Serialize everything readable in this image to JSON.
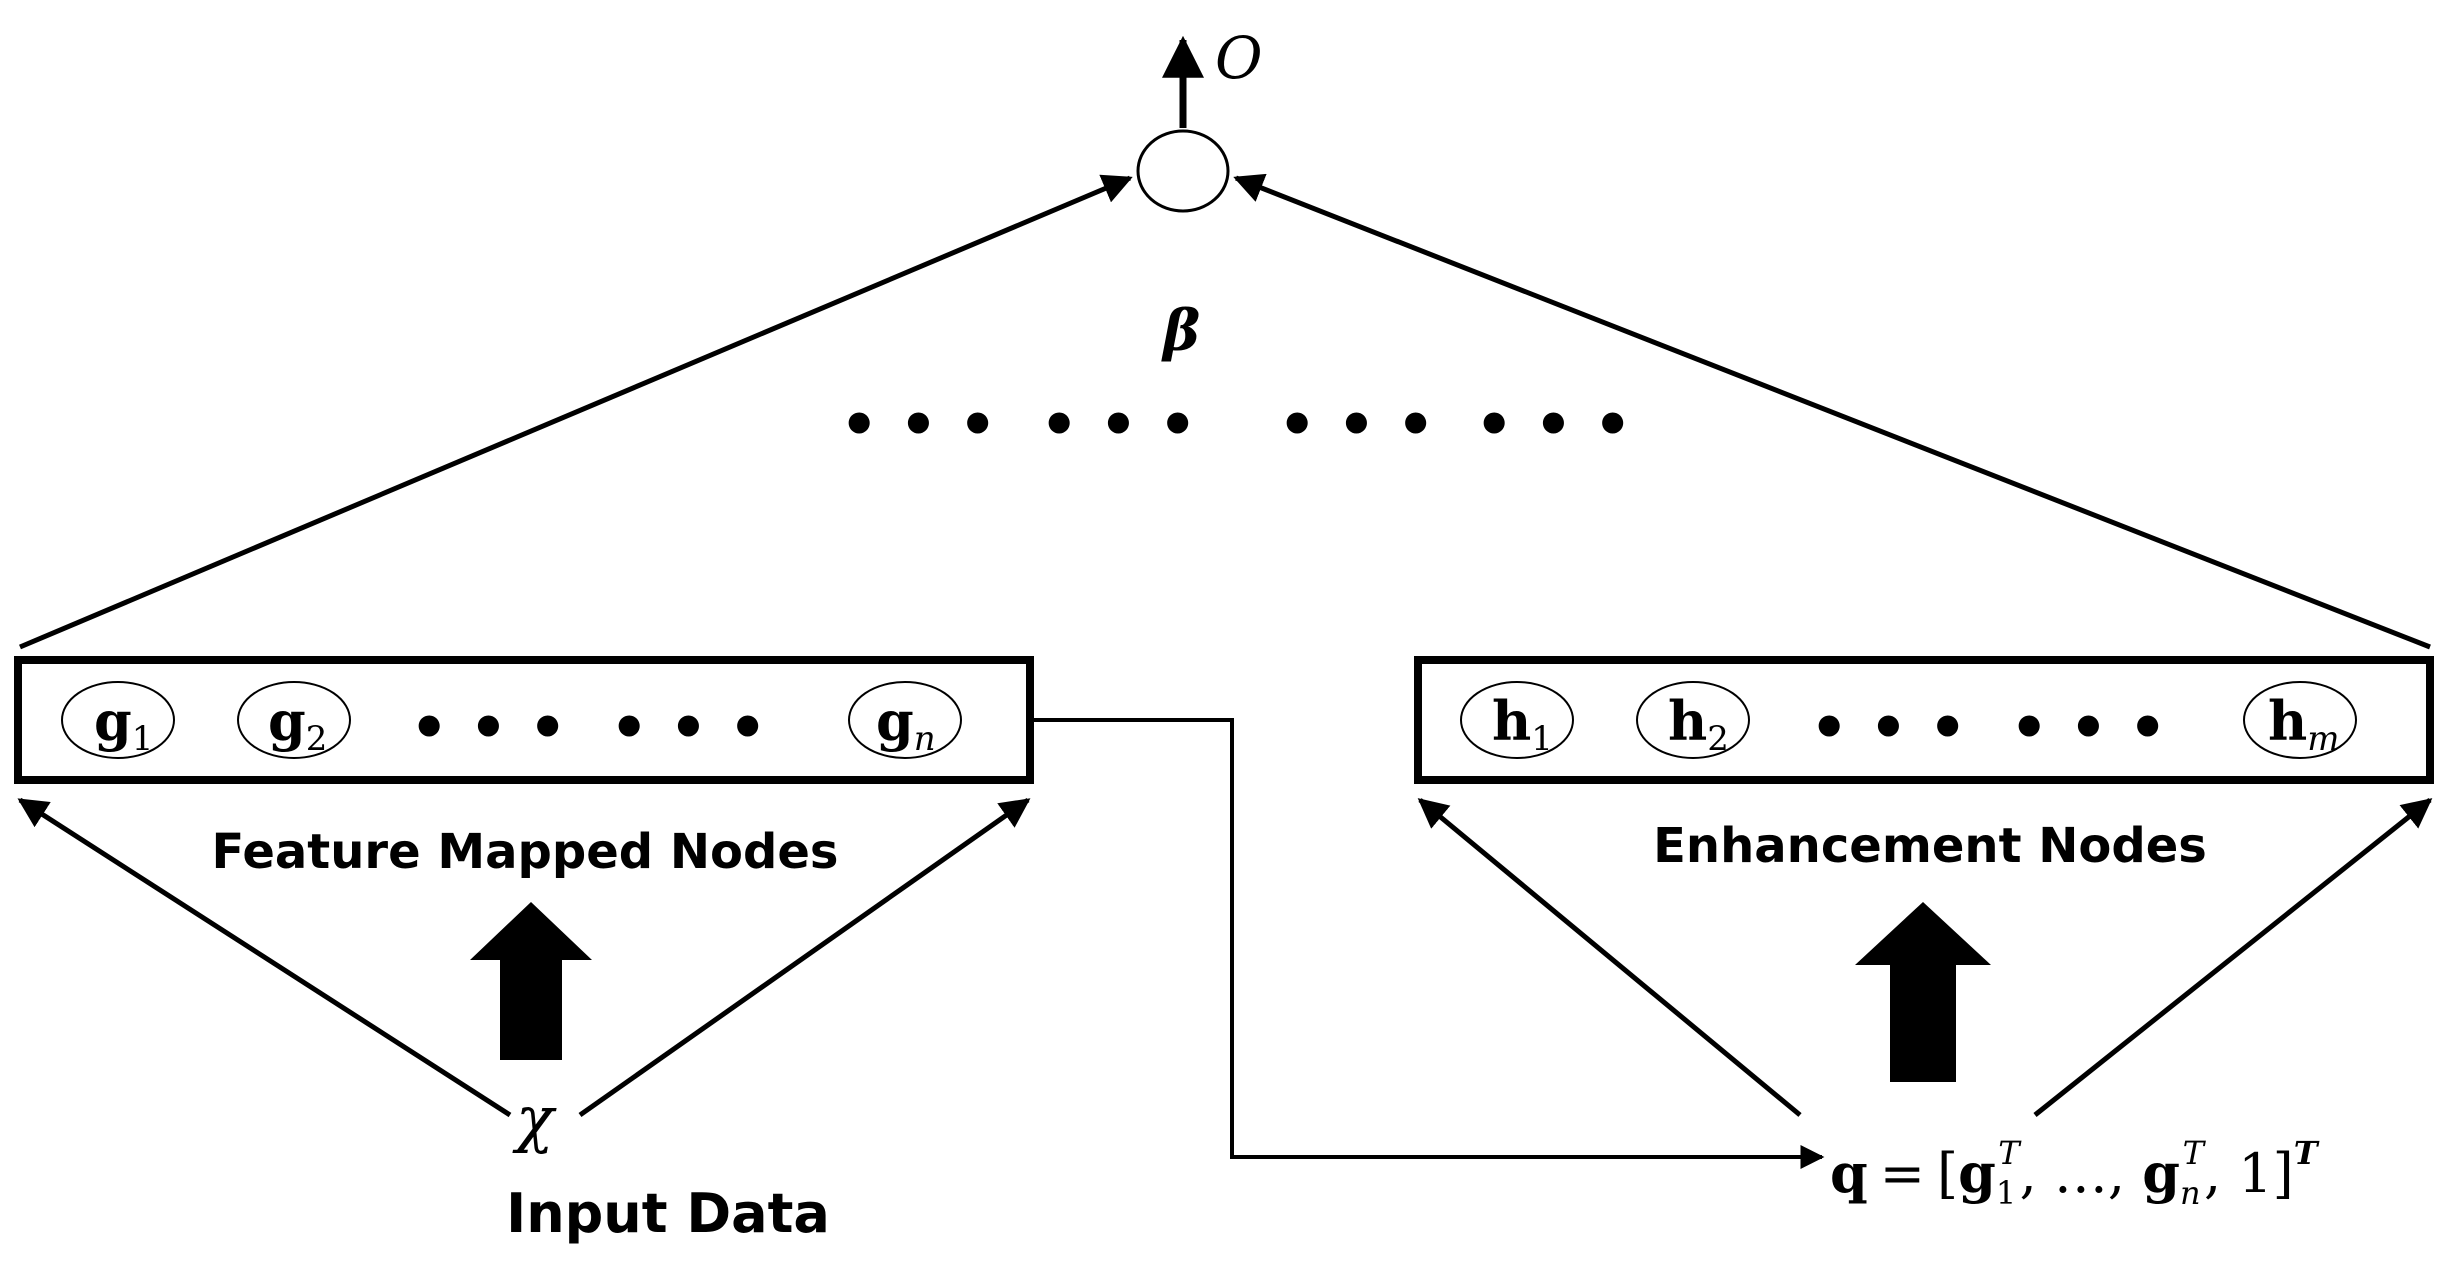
{
  "output": {
    "symbol": "O"
  },
  "weights": {
    "symbol": "β"
  },
  "ellipsis": "• • •",
  "feature_layer": {
    "label": "Feature Mapped Nodes",
    "nodes": [
      {
        "base": "g",
        "sub": "1"
      },
      {
        "base": "g",
        "sub": "2"
      },
      {
        "base": "g",
        "sub": "n"
      }
    ]
  },
  "enhancement_layer": {
    "label": "Enhancement Nodes",
    "nodes": [
      {
        "base": "h",
        "sub": "1"
      },
      {
        "base": "h",
        "sub": "2"
      },
      {
        "base": "h",
        "sub": "m"
      }
    ]
  },
  "input": {
    "symbol": "χ",
    "label": "Input Data"
  },
  "q_formula": {
    "lhs": "q",
    "eq": "=",
    "open": "[",
    "g1": "g",
    "g1_sub": "1",
    "g1_sup": "T",
    "sep": ", …, ",
    "gn": "g",
    "gn_sub": "n",
    "gn_sup": "T",
    "tail": ", 1]",
    "outer_sup": "T"
  }
}
